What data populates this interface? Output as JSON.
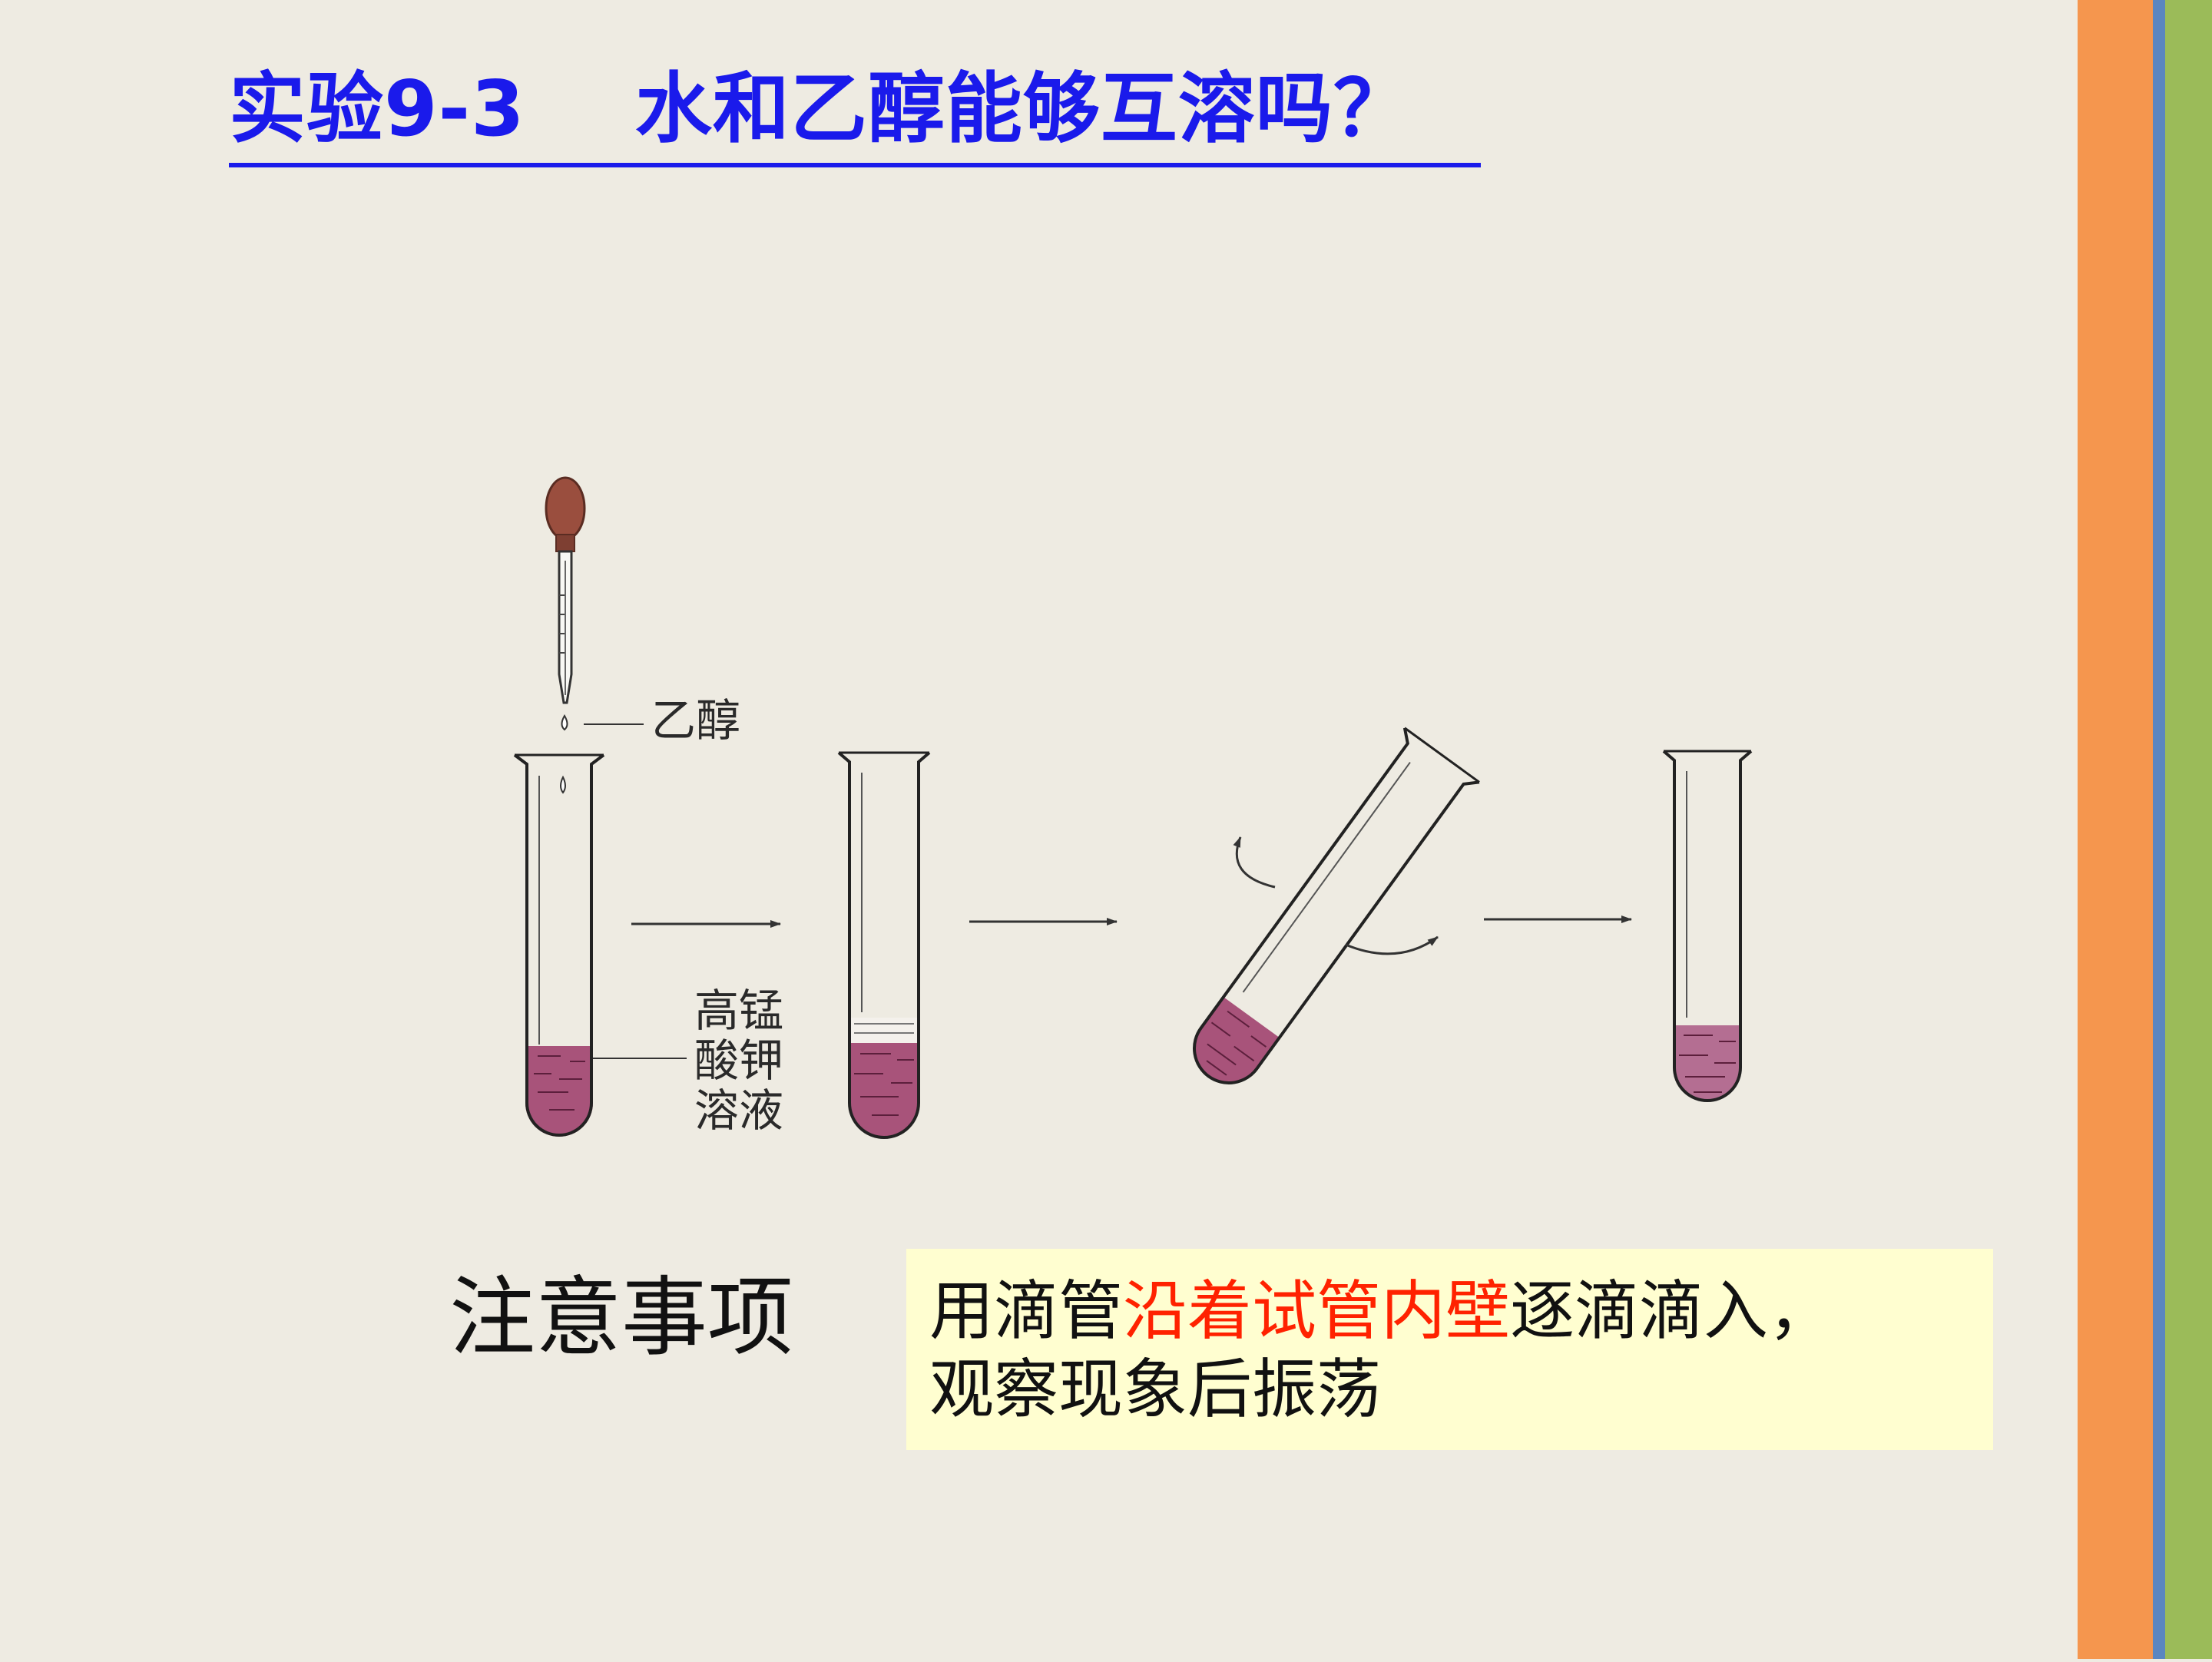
{
  "title": "实验9-3    水和乙醇能够互溶吗？",
  "diagram": {
    "label_ethanol": "乙醇",
    "label_kmno4_line1": "高锰",
    "label_kmno4_line2": "酸钾",
    "label_kmno4_line3": "溶液",
    "liquid_color": "#a8537a"
  },
  "notes": {
    "heading": "注意事项",
    "text_part1": "用滴管",
    "text_highlight": "沿着试管内壁",
    "text_part2": "逐滴滴入，",
    "text_line2": "观察现象后振荡"
  },
  "colors": {
    "title": "#1a1aeb",
    "highlight": "#ff2200",
    "note_background": "#fffed0",
    "stripe_orange": "#f5964e",
    "stripe_blue": "#5b86c0",
    "stripe_green": "#9bbb59"
  }
}
